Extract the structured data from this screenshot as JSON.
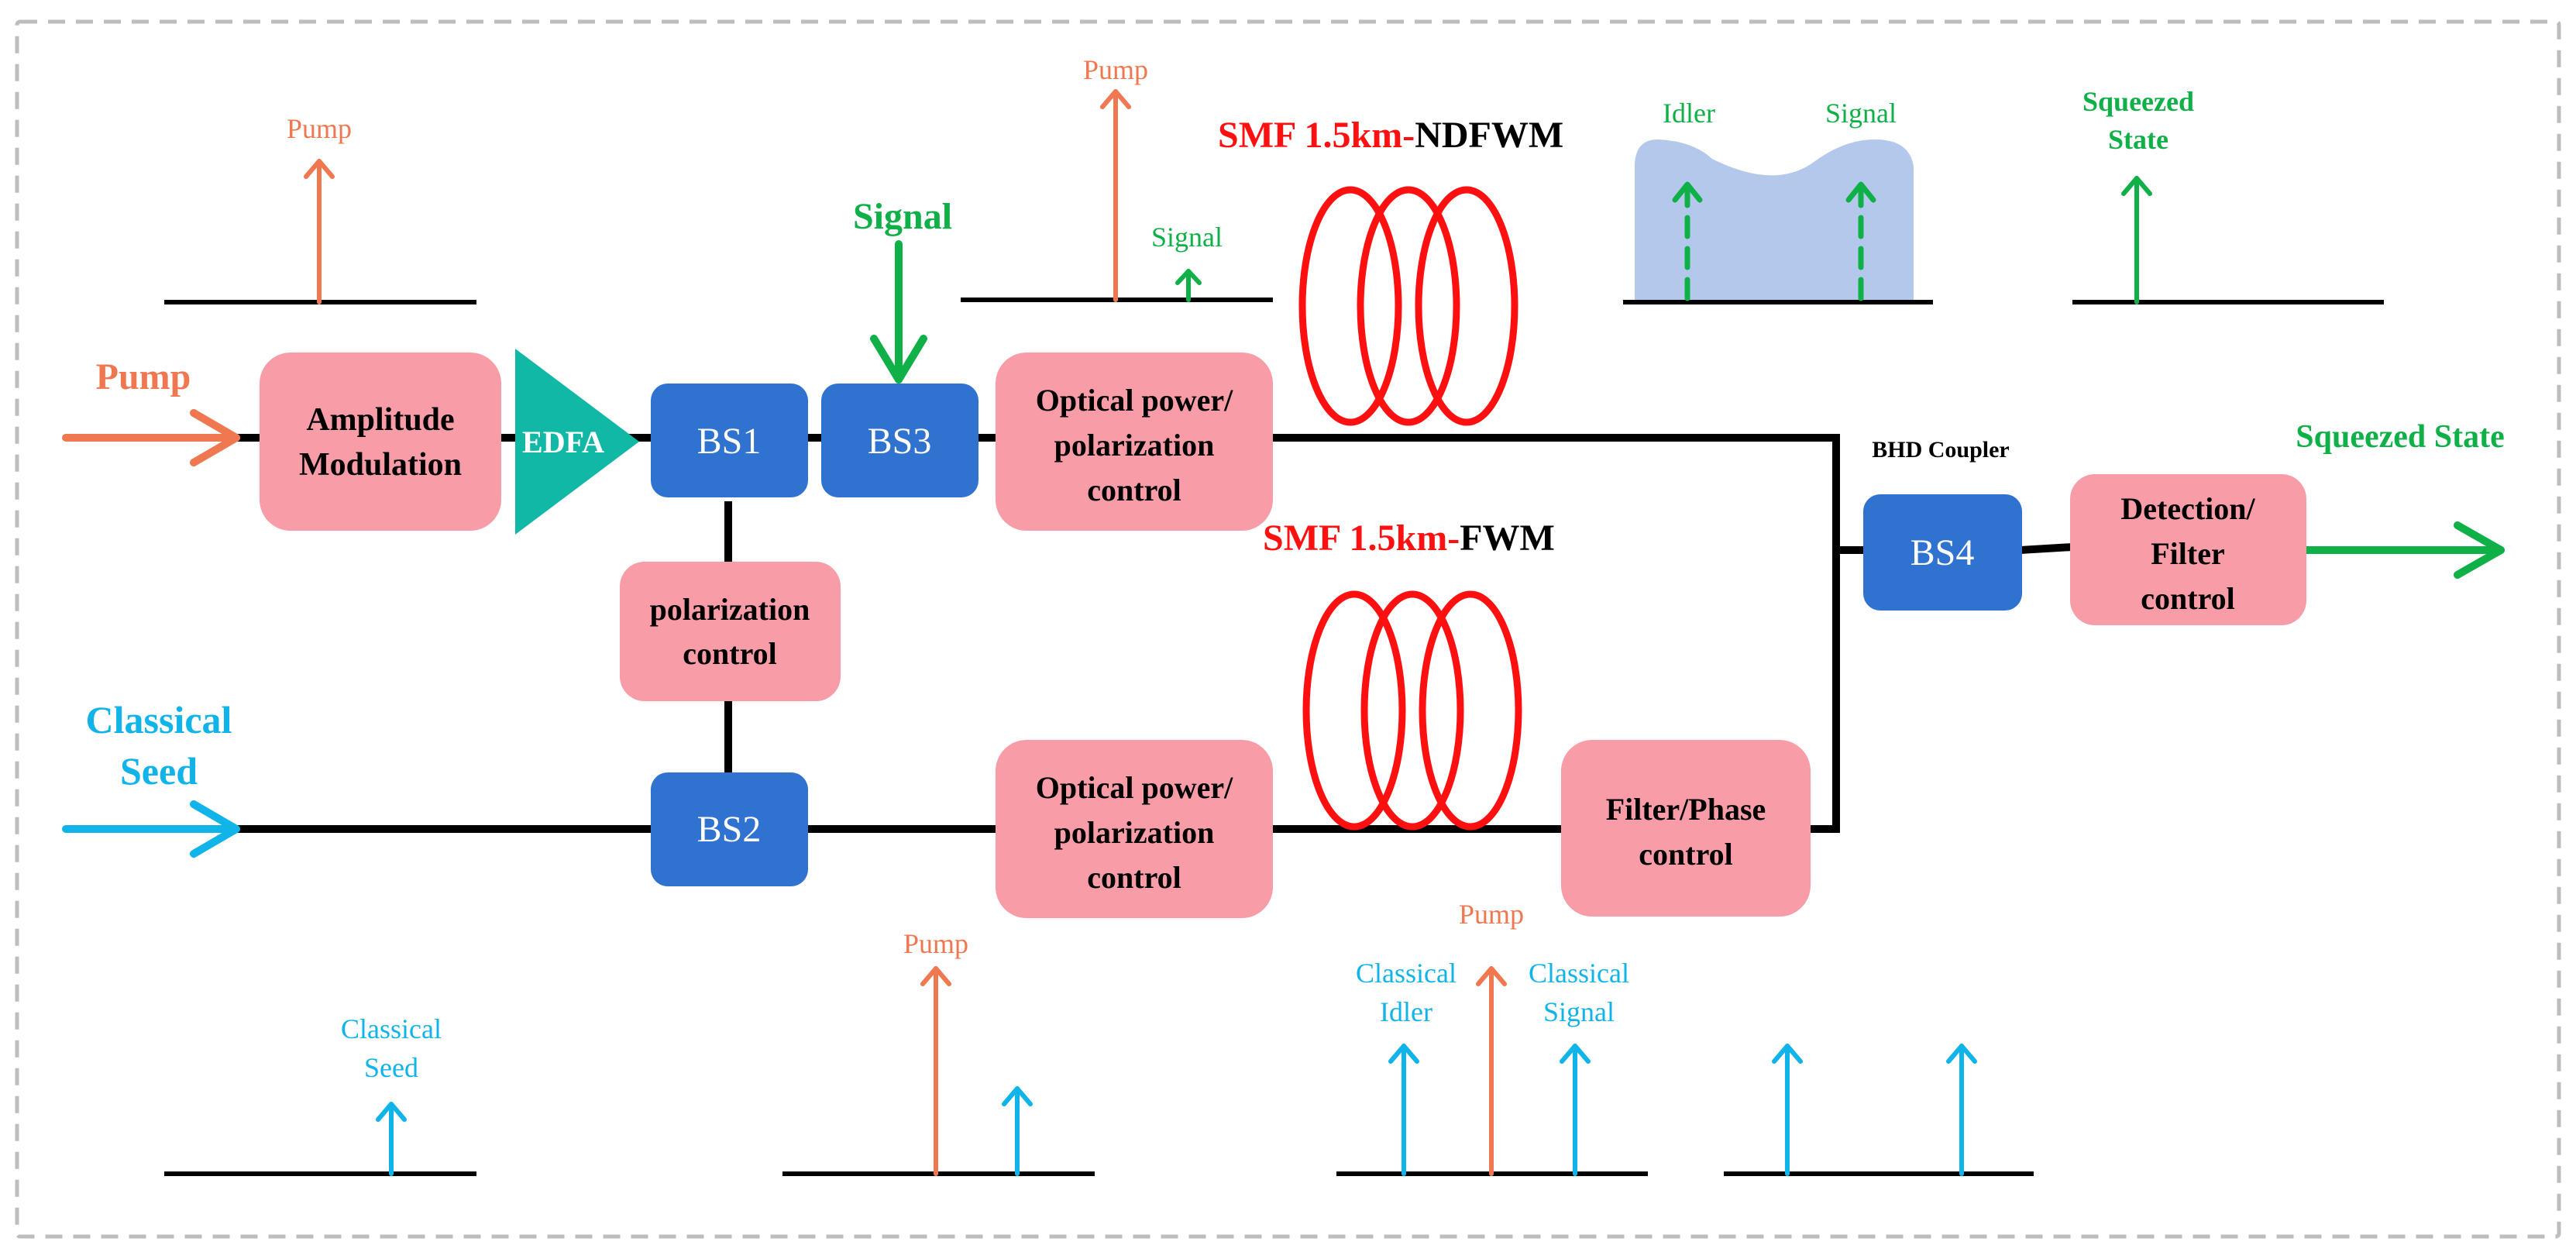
{
  "colors": {
    "pump": "#F07850",
    "seed": "#10B4E8",
    "signal": "#10B048",
    "fiber": "#FF1010",
    "box_blue": "#2F72CF",
    "box_pink": "#F89CA8",
    "edfa": "#12B8A6",
    "spectrum_fill": "#B4C8EC",
    "line": "#000000",
    "frame": "#BDBDBD"
  },
  "inputs": {
    "pump": "Pump",
    "seed_line1": "Classical",
    "seed_line2": "Seed",
    "signal": "Signal"
  },
  "blocks": {
    "amplitude_line1": "Amplitude",
    "amplitude_line2": "Modulation",
    "edfa": "EDFA",
    "bs1": "BS1",
    "bs2": "BS2",
    "bs3": "BS3",
    "bs4": "BS4",
    "pol_line1": "polarization",
    "pol_line2": "control",
    "opc_top_line1": "Optical power/",
    "opc_top_line2": "polarization",
    "opc_top_line3": "control",
    "opc_bot_line1": "Optical power/",
    "opc_bot_line2": "polarization",
    "opc_bot_line3": "control",
    "filter_line1": "Filter/Phase",
    "filter_line2": "control",
    "det_line1": "Detection/",
    "det_line2": "Filter",
    "det_line3": "control"
  },
  "fibers": {
    "top_red": "SMF 1.5km-",
    "top_black": "NDFWM",
    "bot_red": "SMF 1.5km-",
    "bot_black": "FWM"
  },
  "labels": {
    "bhd_coupler": "BHD Coupler",
    "squeezed_output": "Squeezed State"
  },
  "spectra": {
    "s1_pump": "Pump",
    "s2_pump": "Pump",
    "s2_signal": "Signal",
    "s3_idler": "Idler",
    "s3_signal": "Signal",
    "s4_line1": "Squeezed",
    "s4_line2": "State",
    "b1_line1": "Classical",
    "b1_line2": "Seed",
    "b2_pump": "Pump",
    "b3_pump": "Pump",
    "b3_idler_line1": "Classical",
    "b3_idler_line2": "Idler",
    "b3_signal_line1": "Classical",
    "b3_signal_line2": "Signal"
  }
}
